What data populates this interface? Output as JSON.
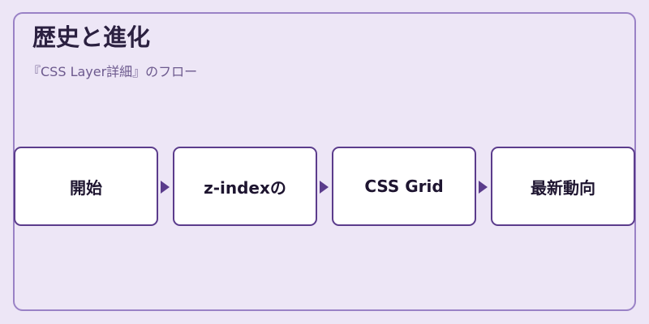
{
  "title": "歴史と進化",
  "subtitle": "『CSS Layer詳細』のフロー",
  "steps": [
    {
      "label": "開始"
    },
    {
      "label": "z-indexの"
    },
    {
      "label": "CSS Grid"
    },
    {
      "label": "最新動向"
    }
  ],
  "colors": {
    "background": "#ede6f6",
    "frame_border": "#9a82c6",
    "node_border": "#5b3c8c",
    "node_fill": "#ffffff",
    "title_text": "#2b2040",
    "subtitle_text": "#6d5a8e"
  }
}
